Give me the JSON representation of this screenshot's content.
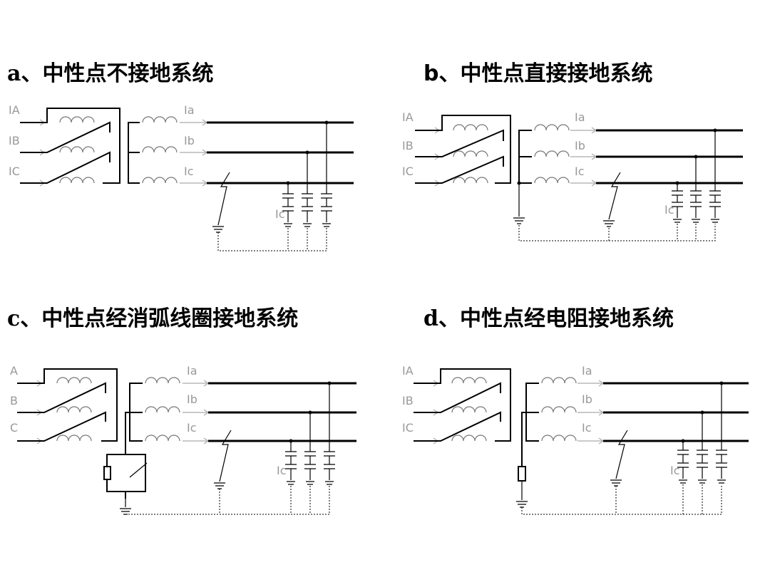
{
  "titles": {
    "a": "a、中性点不接地系统",
    "b": "b、中性点直接接地系统",
    "c": "c、中性点经消弧线圈接地系统",
    "d": "d、中性点经电阻接地系统"
  },
  "labels": {
    "a": {
      "primary": [
        "IA",
        "IB",
        "IC"
      ],
      "secondary": [
        "Ia",
        "Ib",
        "Ic"
      ],
      "cap": "Ic"
    },
    "b": {
      "primary": [
        "IA",
        "IB",
        "IC"
      ],
      "secondary": [
        "Ia",
        "Ib",
        "Ic"
      ],
      "cap": "Ic"
    },
    "c": {
      "primary": [
        "A",
        "B",
        "C"
      ],
      "secondary": [
        "Ia",
        "Ib",
        "Ic"
      ],
      "cap": "Ic"
    },
    "d": {
      "primary": [
        "IA",
        "IB",
        "IC"
      ],
      "secondary": [
        "Ia",
        "Ib",
        "Ic"
      ],
      "cap": "Ic"
    }
  }
}
